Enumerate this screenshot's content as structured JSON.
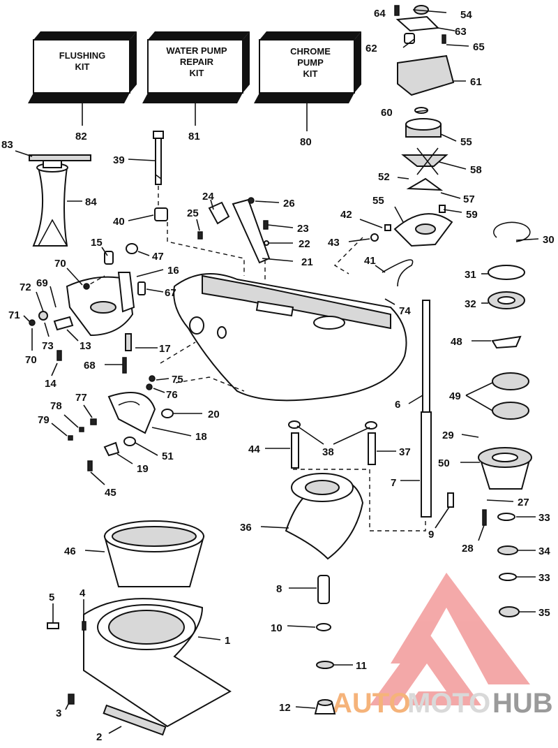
{
  "kits": [
    {
      "id": "flushing-kit",
      "lines": [
        "FLUSHING",
        "KIT"
      ],
      "number": "82"
    },
    {
      "id": "water-pump-repair-kit",
      "lines": [
        "WATER PUMP",
        "REPAIR",
        "KIT"
      ],
      "number": "81"
    },
    {
      "id": "chrome-pump-kit",
      "lines": [
        "CHROME",
        "PUMP",
        "KIT"
      ],
      "number": "80"
    }
  ],
  "callouts": {
    "n64": "64",
    "n54": "54",
    "n63": "63",
    "n62": "62",
    "n65": "65",
    "n61": "61",
    "n60": "60",
    "n55a": "55",
    "n58": "58",
    "n52": "52",
    "n57": "57",
    "n59": "59",
    "n55b": "55",
    "n30": "30",
    "n31": "31",
    "n32": "32",
    "n48": "48",
    "n49": "49",
    "n29": "29",
    "n50": "50",
    "n27": "27",
    "n28": "28",
    "n33a": "33",
    "n34": "34",
    "n33b": "33",
    "n35": "35",
    "n83": "83",
    "n84": "84",
    "n39": "39",
    "n40": "40",
    "n24": "24",
    "n25": "25",
    "n26": "26",
    "n23": "23",
    "n22": "22",
    "n21": "21",
    "n42": "42",
    "n43": "43",
    "n41": "41",
    "n74": "74",
    "n15": "15",
    "n47": "47",
    "n16": "16",
    "n70a": "70",
    "n67": "67",
    "n72": "72",
    "n69": "69",
    "n71": "71",
    "n73": "73",
    "n13": "13",
    "n70b": "70",
    "n17": "17",
    "n14": "14",
    "n68": "68",
    "n75": "75",
    "n76": "76",
    "n20": "20",
    "n78": "78",
    "n77": "77",
    "n79": "79",
    "n18": "18",
    "n51": "51",
    "n19": "19",
    "n45": "45",
    "n6": "6",
    "n38": "38",
    "n44": "44",
    "n37": "37",
    "n7": "7",
    "n36": "36",
    "n9": "9",
    "n46": "46",
    "n8": "8",
    "n5": "5",
    "n4": "4",
    "n1": "1",
    "n10": "10",
    "n11": "11",
    "n3": "3",
    "n12": "12",
    "n2": "2"
  },
  "watermark": {
    "part1": "AUTO",
    "part2": "MOTO",
    "part3": "HUB",
    "logo_color": "#f08c8c"
  }
}
